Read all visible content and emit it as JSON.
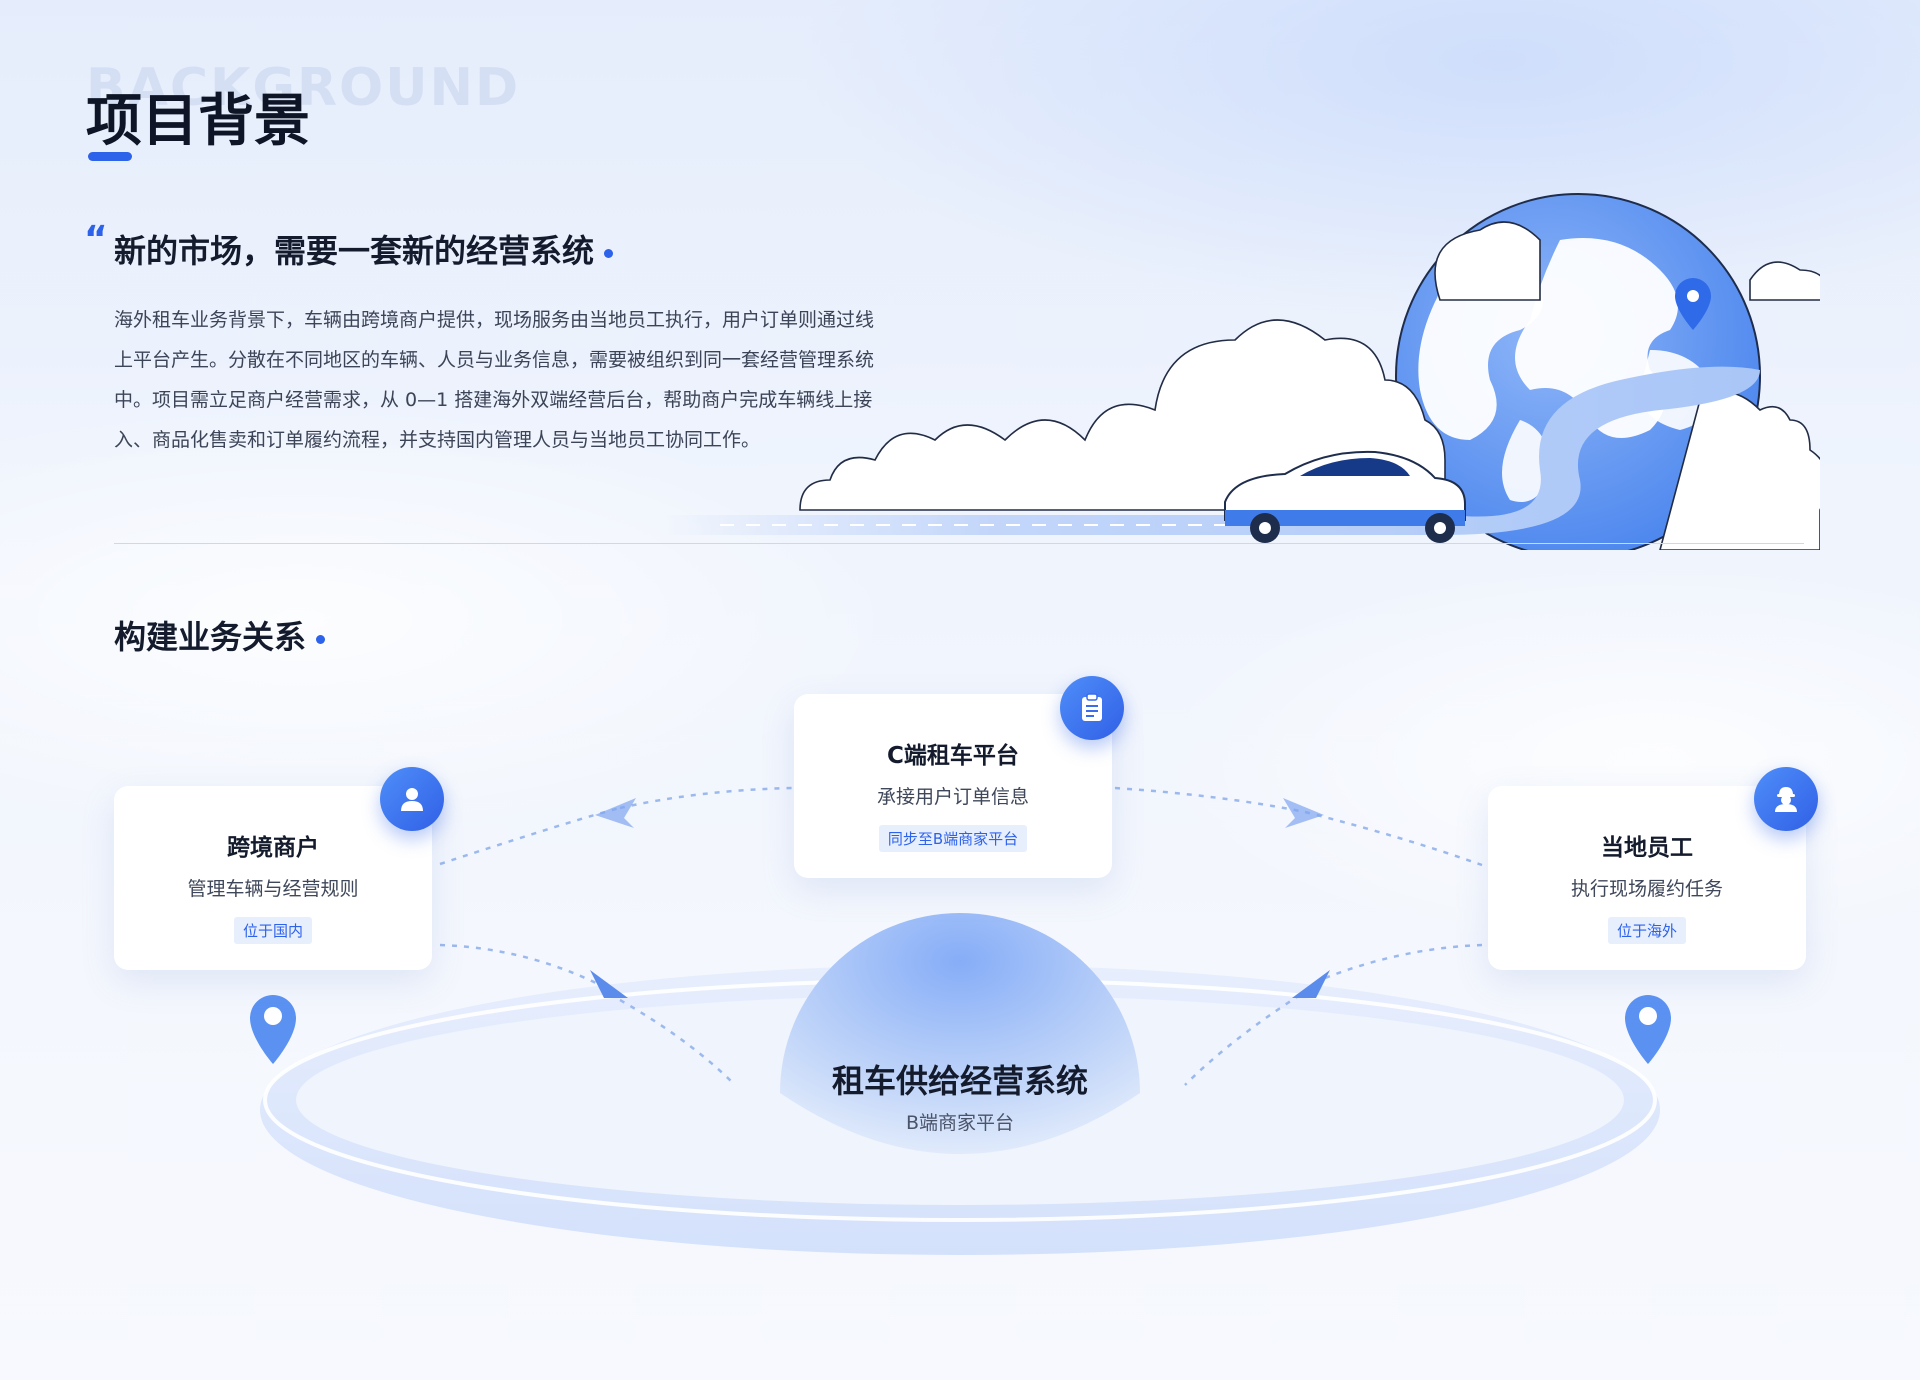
{
  "header": {
    "watermark": "BACKGROUND",
    "title": "项目背景"
  },
  "intro": {
    "quote_mark": "“",
    "headline": "新的市场，需要一套新的经营系统",
    "paragraph_lines": [
      "海外租车业务背景下，车辆由跨境商户提供，现场服务由当地员工执行，用户订单则通过线",
      "上平台产生。分散在不同地区的车辆、人员与业务信息，需要被组织到同一套经营管理系统",
      "中。项目需立足商户经营需求，从 0—1 搭建海外双端经营后台，帮助商户完成车辆线上接",
      "入、商品化售卖和订单履约流程，并支持国内管理人员与当地员工协同工作。"
    ]
  },
  "relations": {
    "heading": "构建业务关系",
    "cards": [
      {
        "title": "跨境商户",
        "desc": "管理车辆与经营规则",
        "tag": "位于国内",
        "icon": "person-icon"
      },
      {
        "title": "C端租车平台",
        "desc": "承接用户订单信息",
        "tag": "同步至B端商家平台",
        "icon": "clipboard-icon"
      },
      {
        "title": "当地员工",
        "desc": "执行现场履约任务",
        "tag": "位于海外",
        "icon": "worker-icon"
      }
    ],
    "center": {
      "title": "租车供给经营系统",
      "subtitle": "B端商家平台"
    }
  },
  "colors": {
    "accent": "#2d62ea",
    "icon_gradient_start": "#4f8ef9",
    "icon_gradient_end": "#3060e6",
    "tag_bg": "#e7eefc"
  }
}
